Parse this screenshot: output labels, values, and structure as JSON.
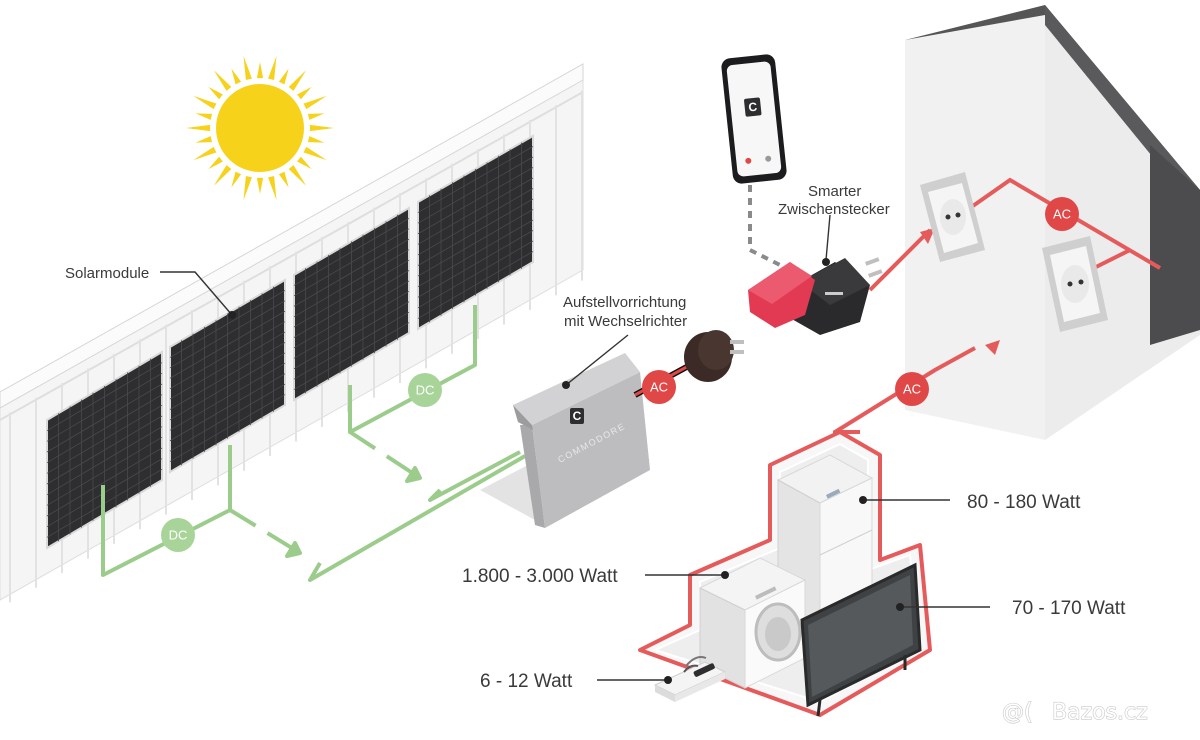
{
  "labels": {
    "solar": "Solarmodule",
    "mount_line1": "Aufstellvorrichtung",
    "mount_line2": "mit Wechselrichter",
    "plug_line1": "Smarter",
    "plug_line2": "Zwischenstecker",
    "fridge": "80 - 180 Watt",
    "washer": "1.800 - 3.000 Watt",
    "tv": "70 - 170 Watt",
    "router": "6 - 12 Watt"
  },
  "badges": {
    "dc": "DC",
    "ac": "AC"
  },
  "brand": {
    "inverter_text": "COMMODORE",
    "logo_letter": "C"
  },
  "watermark": "Bazos.cz",
  "colors": {
    "dc_line": "#9ccc8c",
    "ac_line": "#e55b5b",
    "ac_badge": "#e04848",
    "dc_badge": "#a8d49a",
    "panel": "#2e2e30",
    "sun": "#f7d21a"
  }
}
